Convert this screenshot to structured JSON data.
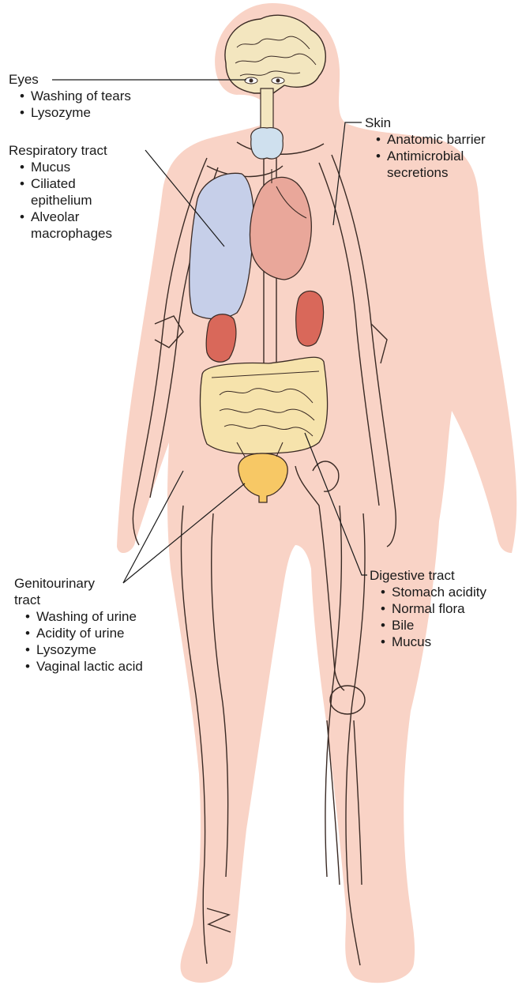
{
  "labels": {
    "eyes": {
      "heading": "Eyes",
      "items": [
        "Washing of tears",
        "Lysozyme"
      ]
    },
    "skin": {
      "heading": "Skin",
      "items": [
        "Anatomic barrier",
        "Antimicrobial",
        "secretions"
      ]
    },
    "respiratory": {
      "heading": "Respiratory tract",
      "items": [
        "Mucus",
        "Ciliated",
        "epithelium",
        "Alveolar",
        "macrophages"
      ]
    },
    "genitourinary": {
      "heading_line1": "Genitourinary",
      "heading_line2": "tract",
      "items": [
        "Washing of urine",
        "Acidity of urine",
        "Lysozyme",
        "Vaginal lactic acid"
      ]
    },
    "digestive": {
      "heading": "Digestive tract",
      "items": [
        "Stomach acidity",
        "Normal flora",
        "Bile",
        "Mucus"
      ]
    }
  },
  "colors": {
    "skin_fill": "#f9d3c6",
    "body_outline": "#3a2a24",
    "brain": "#f3e6bf",
    "thyroid": "#cfe0ee",
    "lungs": "#c6cfe9",
    "heart": "#e9a79a",
    "kidneys": "#d9685a",
    "intestines": "#f6e3ac",
    "bladder": "#f7c865",
    "leader_line": "#1a1a1a"
  }
}
